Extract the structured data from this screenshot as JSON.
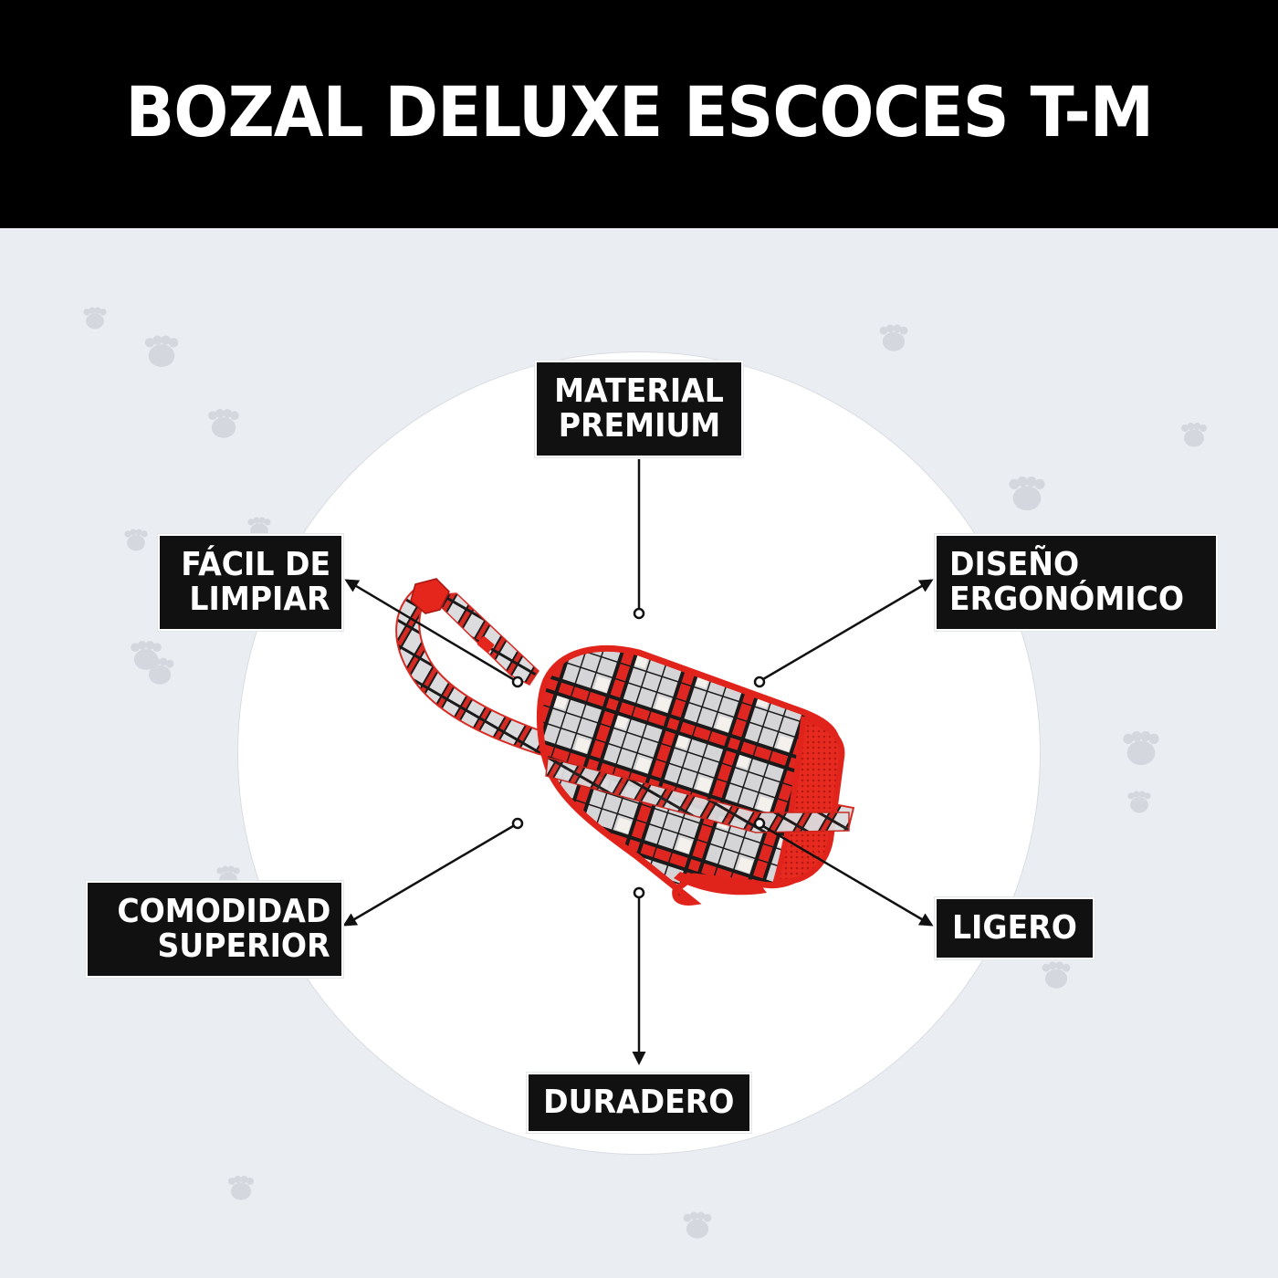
{
  "header": {
    "title": "BOZAL DELUXE ESCOCES T-M",
    "background": "#000000",
    "text_color": "#ffffff"
  },
  "background": {
    "color": "#eaedf2",
    "pattern": "paw-print-icon",
    "pattern_color": "#d4d7de"
  },
  "product": {
    "name": "Bozal Deluxe Escocés",
    "size": "T-M",
    "pattern": "red tartan plaid",
    "colors": {
      "primary": "#e8251f",
      "plaid_dark": "#1a1a1a",
      "plaid_light": "#e6e6e6"
    }
  },
  "features": [
    {
      "id": "material",
      "line1": "MATERIAL",
      "line2": "PREMIUM"
    },
    {
      "id": "facil",
      "line1": "FÁCIL DE",
      "line2": "LIMPIAR"
    },
    {
      "id": "diseno",
      "line1": "DISEÑO",
      "line2": "ERGONÓMICO"
    },
    {
      "id": "comodidad",
      "line1": "COMODIDAD",
      "line2": "SUPERIOR"
    },
    {
      "id": "ligero",
      "line1": "LIGERO"
    },
    {
      "id": "duradero",
      "line1": "DURADERO"
    }
  ],
  "label_style": {
    "box_color": "#111111",
    "text_color": "#ffffff",
    "connector_color": "#111111"
  }
}
